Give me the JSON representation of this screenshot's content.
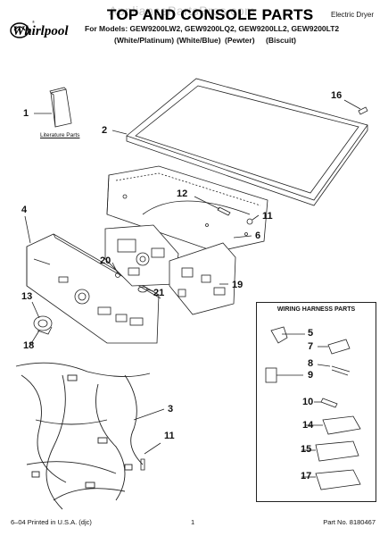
{
  "header": {
    "watermark": "AppliancePartsPros.com",
    "brand": "Whirlpool",
    "title": "TOP AND CONSOLE PARTS",
    "product_type": "Electric Dryer",
    "models_line": "For Models: GEW9200LW2, GEW9200LQ2, GEW9200LL2, GEW9200LT2",
    "colors": [
      "(White/Platinum)",
      "(White/Blue)",
      "(Pewter)",
      "(Biscuit)"
    ]
  },
  "literature_label": "Literature Parts",
  "callouts": {
    "c1": "1",
    "c2": "2",
    "c3": "3",
    "c4": "4",
    "c5": "5",
    "c6": "6",
    "c7": "7",
    "c8": "8",
    "c9": "9",
    "c10": "10",
    "c11a": "11",
    "c11b": "11",
    "c12": "12",
    "c13": "13",
    "c14": "14",
    "c15": "15",
    "c16": "16",
    "c17": "17",
    "c18": "18",
    "c19": "19",
    "c20": "20",
    "c21": "21"
  },
  "harness": {
    "title": "WIRING HARNESS PARTS"
  },
  "footer": {
    "left": "6–04 Printed in U.S.A. (djc)",
    "center": "1",
    "right": "Part No. 8180467"
  }
}
